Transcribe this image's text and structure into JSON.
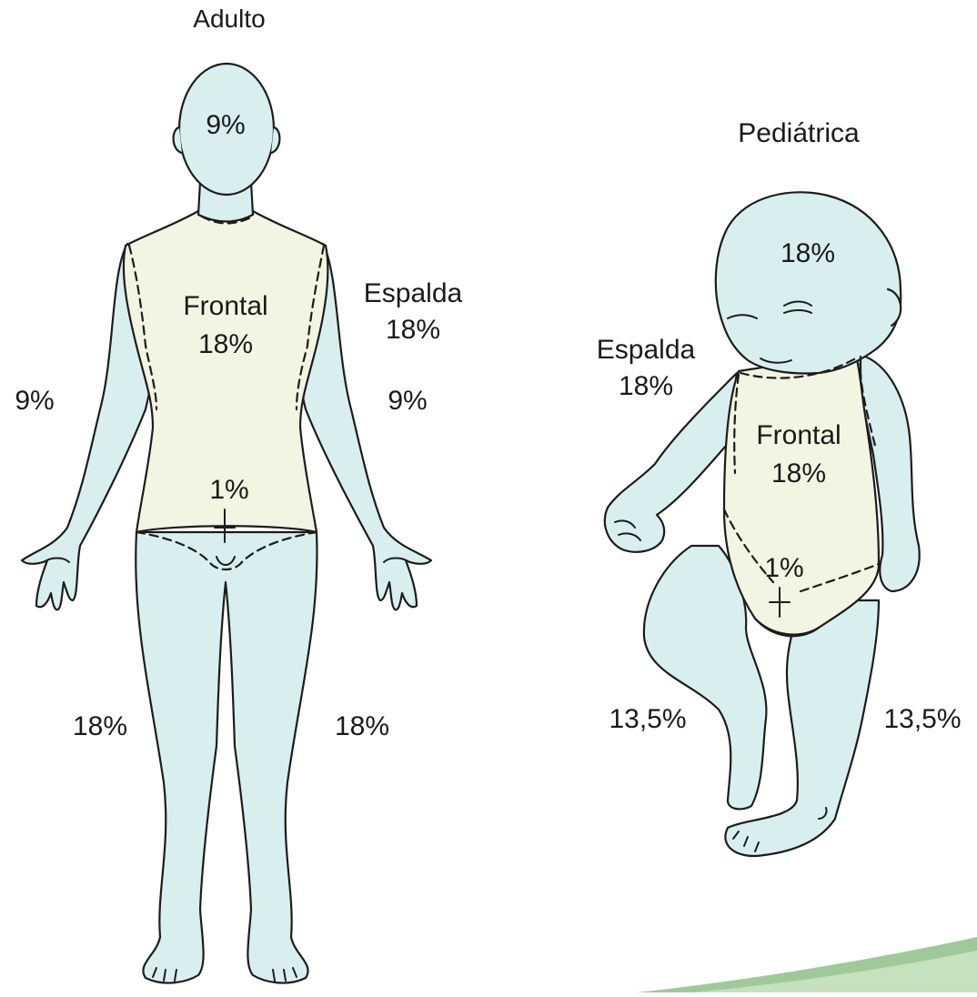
{
  "adult": {
    "title": "Adulto",
    "head": "9%",
    "frontal_label": "Frontal",
    "frontal_value": "18%",
    "back_label": "Espalda",
    "back_value": "18%",
    "arm_right": "9%",
    "arm_left": "9%",
    "genital": "1%",
    "leg_right": "18%",
    "leg_left": "18%"
  },
  "child": {
    "title": "Pediátrica",
    "head": "18%",
    "back_label": "Espalda",
    "back_value": "18%",
    "frontal_label": "Frontal",
    "frontal_value": "18%",
    "genital": "1%",
    "leg_right": "13,5%",
    "leg_left": "13,5%"
  },
  "colors": {
    "skin": "#d9efef",
    "torso": "#f3f5e3",
    "outline": "#1c1c1c",
    "accent": "#8fc08a"
  }
}
